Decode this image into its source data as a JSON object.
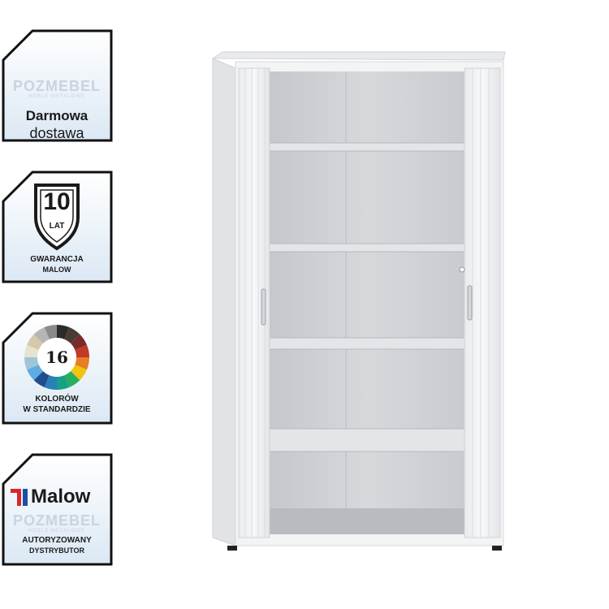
{
  "badges": {
    "delivery": {
      "watermark": "POZMEBEL",
      "watermark_sub": "MEBLE METALOWE",
      "line1": "Darmowa",
      "line2": "dostawa"
    },
    "warranty": {
      "years": "10",
      "unit": "LAT",
      "line1": "GWARANCJA",
      "line2": "MALOW"
    },
    "colors": {
      "count": "16",
      "line1": "KOLORÓW",
      "line2": "W STANDARDZIE",
      "palette": [
        "#2b2b2b",
        "#4a3b35",
        "#7a2a2a",
        "#c0392b",
        "#e67e22",
        "#f1c40f",
        "#27ae60",
        "#16a085",
        "#2980b9",
        "#1f4e8c",
        "#5dade2",
        "#9fc5d8",
        "#e8e2d0",
        "#d4c9a8",
        "#b5b5b5",
        "#8a8a8a"
      ]
    },
    "distributor": {
      "brand": "Malow",
      "watermark": "POZMEBEL",
      "watermark_sub": "MEBLE METALOWE",
      "line1": "AUTORYZOWANY",
      "line2": "DYSTRYBUTOR"
    }
  },
  "colors": {
    "frame": "#111111",
    "badge_fill": "#e4eef7",
    "cabinet_body": "#f3f4f6",
    "cabinet_inner": "#cfd2d6",
    "brand_red": "#d9262c",
    "brand_blue": "#1f4fa0"
  }
}
